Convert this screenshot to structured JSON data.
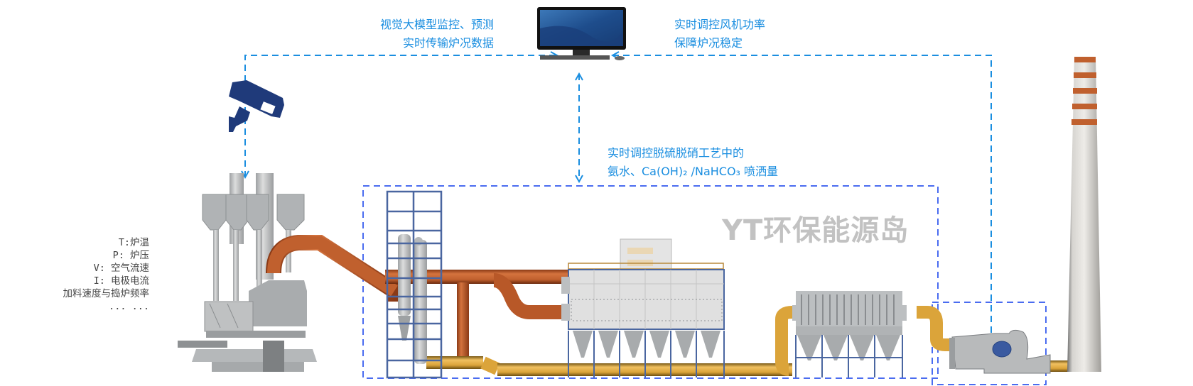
{
  "annotations": {
    "camera_note": [
      "视觉大模型监控、预测",
      "实时传输炉况数据"
    ],
    "fan_note": [
      "实时调控风机功率",
      "保障炉况稳定"
    ],
    "desulf_note": [
      "实时调控脱硫脱硝工艺中的",
      "氨水、Ca(OH)₂ /NaHCO₃ 喷洒量"
    ]
  },
  "furnace_params": [
    "T:炉温",
    "P: 炉压",
    "V: 空气流速",
    "I: 电极电流",
    "加料速度与捣炉频率",
    "... ..."
  ],
  "watermark": "YT环保能源岛",
  "colors": {
    "signal_line": "#1a8ee0",
    "boundary_box": "#4a6cf0",
    "hot_duct": "#c0602e",
    "cool_duct": "#e0a838",
    "steel_frame": "#4a66a0",
    "equipment_gray": "#b8babb",
    "camera_navy": "#1f3a7a"
  },
  "components": [
    {
      "id": "monitor",
      "name": "control-computer"
    },
    {
      "id": "camera",
      "name": "surveillance-camera"
    },
    {
      "id": "furnace",
      "name": "submerged-arc-furnace"
    },
    {
      "id": "tower",
      "name": "desulfurization-tower"
    },
    {
      "id": "denox",
      "name": "denitrification-unit"
    },
    {
      "id": "baghouse",
      "name": "bag-filter"
    },
    {
      "id": "fan",
      "name": "induced-draft-fan"
    },
    {
      "id": "chimney",
      "name": "chimney-stack"
    }
  ]
}
